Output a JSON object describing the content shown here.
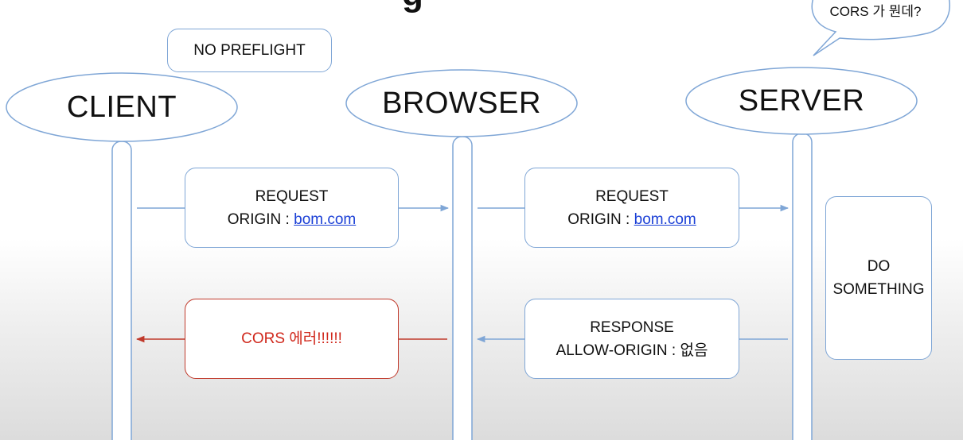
{
  "bubble": {
    "text": "CORS 가 뭔데?"
  },
  "note": {
    "label": "NO PREFLIGHT"
  },
  "actors": {
    "client": "CLIENT",
    "browser": "BROWSER",
    "server": "SERVER"
  },
  "msg_client_browser": {
    "line1": "REQUEST",
    "prefix": "ORIGIN : ",
    "link": "bom.com"
  },
  "msg_browser_server": {
    "line1": "REQUEST",
    "prefix": "ORIGIN : ",
    "link": "bom.com"
  },
  "server_action": {
    "line1": "DO",
    "line2": "SOMETHING"
  },
  "msg_server_browser": {
    "line1": "RESPONSE",
    "line2": "ALLOW-ORIGIN : 없음"
  },
  "msg_browser_client": {
    "text": "CORS 에러!!!!!!"
  },
  "colors": {
    "outline": "#7fa6d6",
    "error": "#c0392b",
    "link": "#1a3fd6"
  }
}
